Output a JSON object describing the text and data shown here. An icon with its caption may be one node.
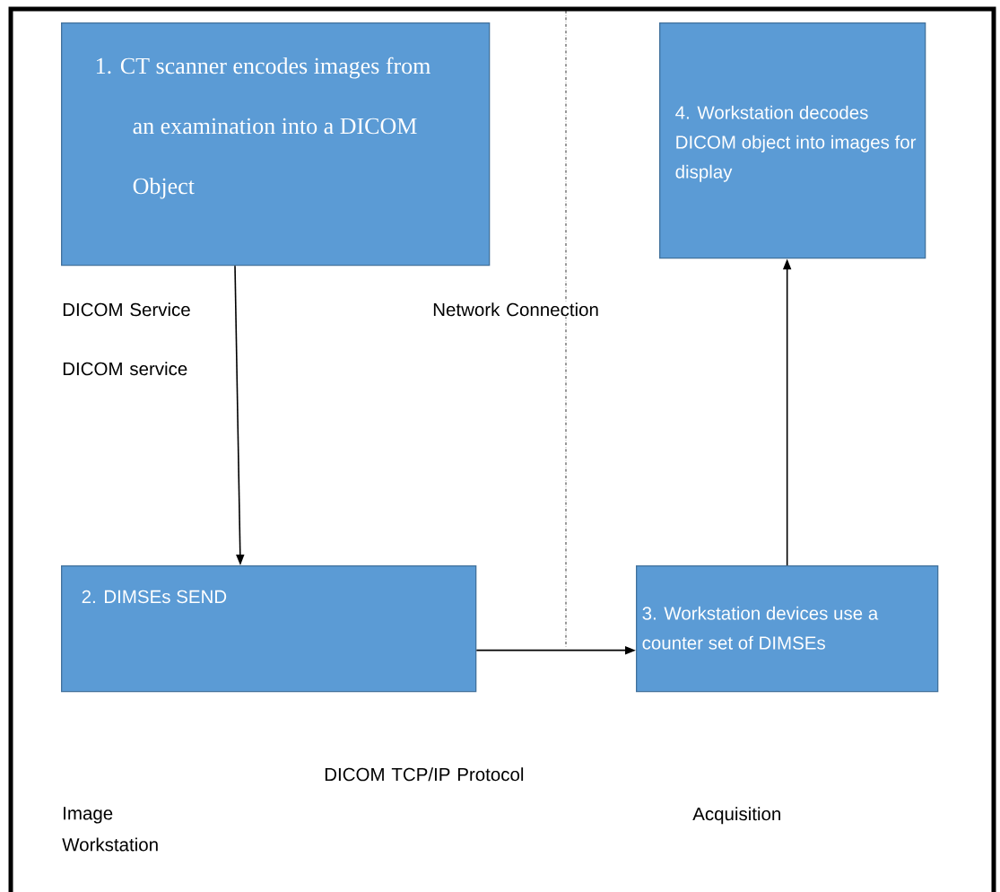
{
  "diagram": {
    "nodes": [
      {
        "text": [
          "1. CT scanner encodes images from an examination into a DICOM Object"
        ]
      },
      {
        "text": [
          "4. Workstation decodes DICOM object into images for display"
        ]
      },
      {
        "text": [
          "2. DIMSEs SEND"
        ]
      },
      {
        "text": [
          "3. Workstation devices use a counter set of DIMSEs"
        ]
      }
    ],
    "edges": [
      {
        "from": 0,
        "to": 2,
        "arrow": "to"
      },
      {
        "from": 2,
        "to": 3,
        "arrow": "to"
      },
      {
        "from": 3,
        "to": 1,
        "arrow": "to"
      }
    ],
    "labels": [
      "DICOM Service",
      "Network Connection",
      "DICOM service",
      "DICOM TCP/IP Protocol",
      "Image Workstation",
      "Acquisition"
    ]
  }
}
